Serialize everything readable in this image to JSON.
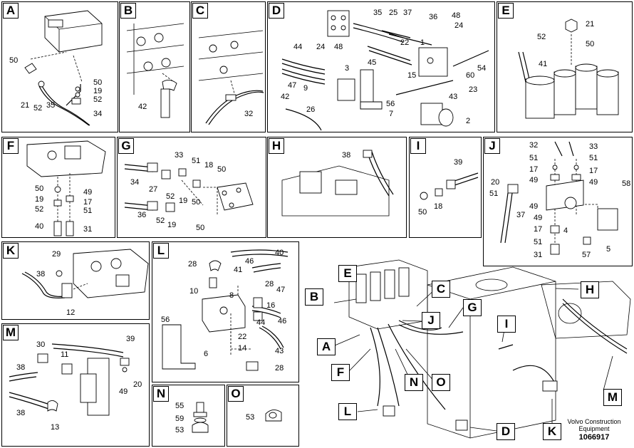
{
  "panels": {
    "A": {
      "label": "A",
      "callouts": [
        "50",
        "50",
        "19",
        "52",
        "21",
        "52",
        "35",
        "34"
      ]
    },
    "B": {
      "label": "B",
      "callouts": [
        "42"
      ]
    },
    "C": {
      "label": "C",
      "callouts": [
        "32"
      ]
    },
    "D": {
      "label": "D",
      "callouts": [
        "35",
        "25",
        "37",
        "36",
        "48",
        "24",
        "22",
        "1",
        "44",
        "24",
        "48",
        "45",
        "3",
        "47",
        "9",
        "42",
        "26",
        "56",
        "7",
        "15",
        "60",
        "54",
        "23",
        "43",
        "2"
      ]
    },
    "E": {
      "label": "E",
      "callouts": [
        "21",
        "52",
        "50",
        "41"
      ]
    },
    "F": {
      "label": "F",
      "callouts": [
        "50",
        "19",
        "52",
        "40",
        "49",
        "17",
        "51",
        "31"
      ]
    },
    "G": {
      "label": "G",
      "callouts": [
        "33",
        "51",
        "18",
        "50",
        "34",
        "27",
        "52",
        "19",
        "50",
        "36",
        "52",
        "19",
        "50"
      ]
    },
    "H": {
      "label": "H",
      "callouts": [
        "38"
      ]
    },
    "I": {
      "label": "I",
      "callouts": [
        "39",
        "50",
        "18"
      ]
    },
    "J": {
      "label": "J",
      "callouts": [
        "32",
        "33",
        "51",
        "51",
        "17",
        "17",
        "49",
        "49",
        "20",
        "51",
        "49",
        "58",
        "37",
        "49",
        "17",
        "4",
        "51",
        "31",
        "57",
        "5"
      ]
    },
    "K": {
      "label": "K",
      "callouts": [
        "29",
        "38",
        "12"
      ]
    },
    "L": {
      "label": "L",
      "callouts": [
        "40",
        "28",
        "46",
        "41",
        "10",
        "8",
        "28",
        "47",
        "16",
        "56",
        "22",
        "44",
        "46",
        "14",
        "43",
        "6",
        "28"
      ]
    },
    "M": {
      "label": "M",
      "callouts": [
        "30",
        "11",
        "39",
        "38",
        "20",
        "49",
        "38",
        "13"
      ]
    },
    "N": {
      "label": "N",
      "callouts": [
        "55",
        "59",
        "53"
      ]
    },
    "O": {
      "label": "O",
      "callouts": [
        "53"
      ]
    }
  },
  "overview_labels": [
    "E",
    "B",
    "C",
    "G",
    "H",
    "J",
    "A",
    "F",
    "I",
    "N",
    "O",
    "L",
    "D",
    "K",
    "M"
  ],
  "footer": {
    "brand": "Volvo Construction Equipment",
    "drawing_number": "1066917"
  }
}
